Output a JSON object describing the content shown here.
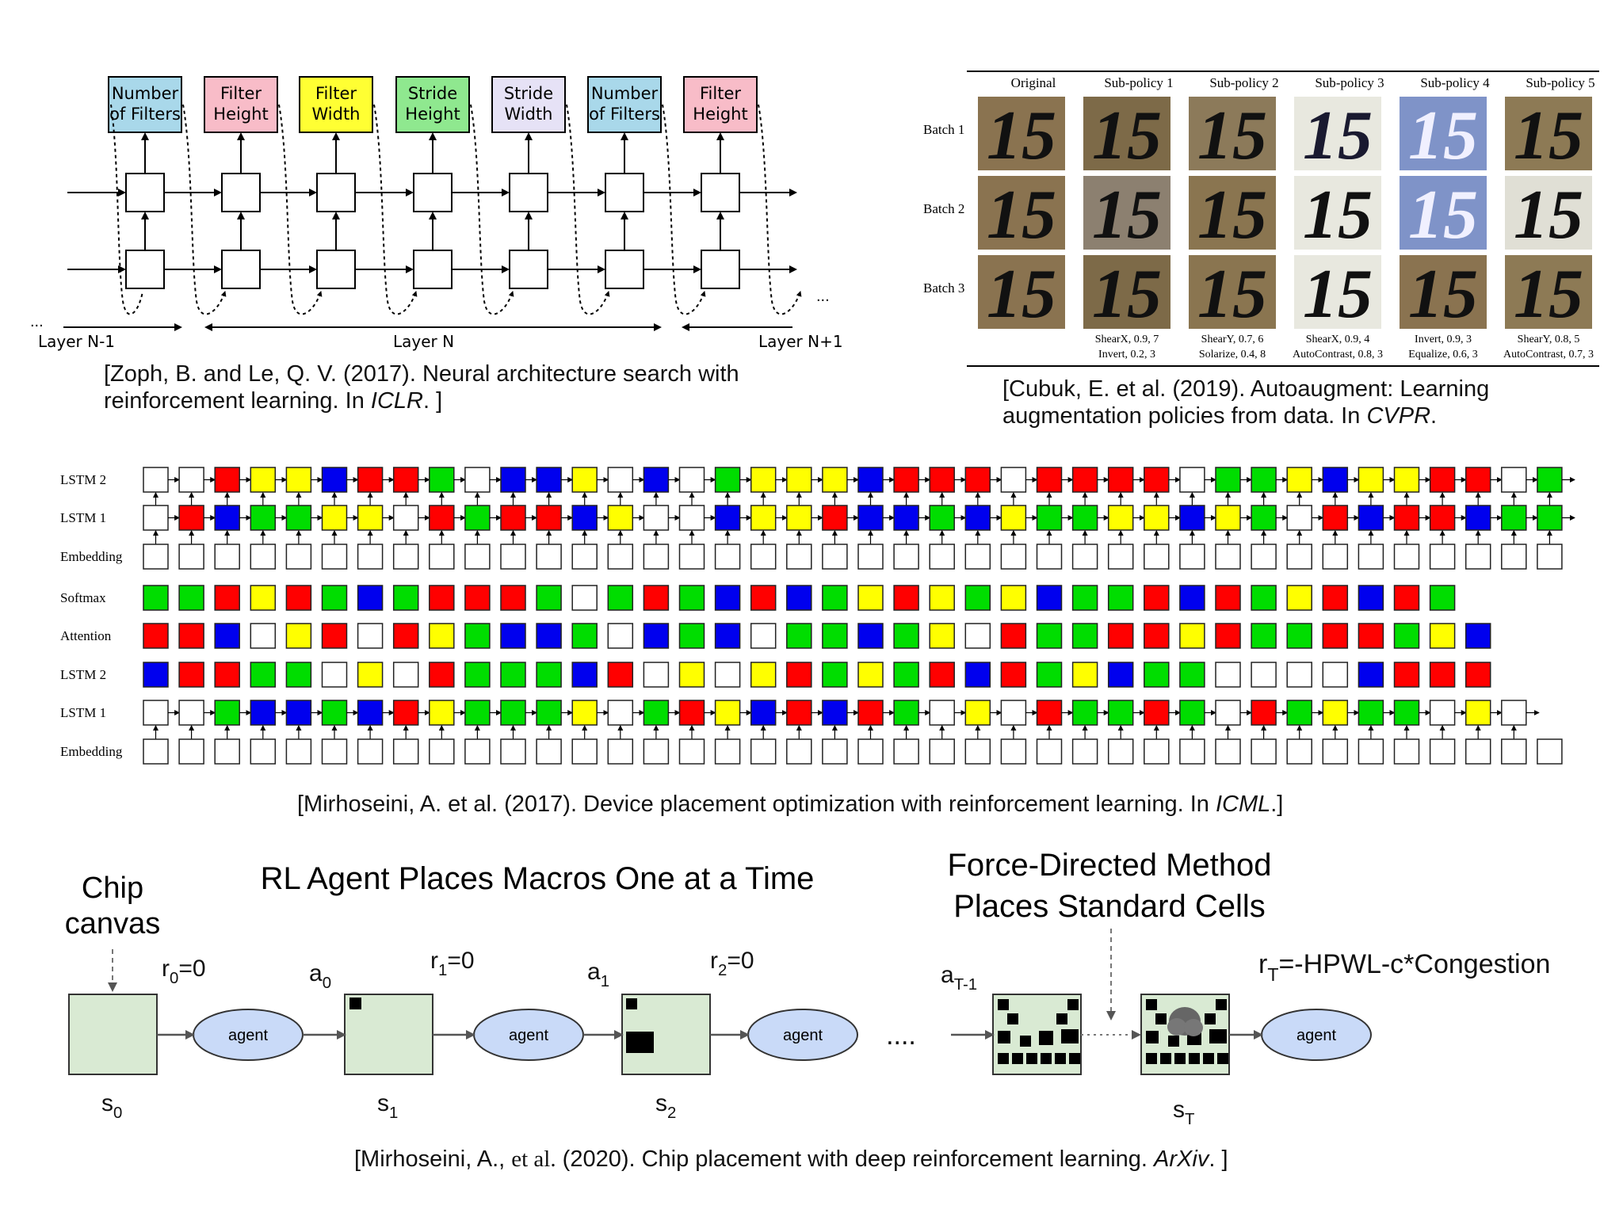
{
  "nas": {
    "boxes": [
      {
        "label": [
          "Number",
          "of Filters"
        ],
        "color": "#a9d8ea"
      },
      {
        "label": [
          "Filter",
          "Height"
        ],
        "color": "#f8bcc8"
      },
      {
        "label": [
          "Filter",
          "Width"
        ],
        "color": "#ffff33"
      },
      {
        "label": [
          "Stride",
          "Height"
        ],
        "color": "#8fe88f"
      },
      {
        "label": [
          "Stride",
          "Width"
        ],
        "color": "#e6e2f6"
      },
      {
        "label": [
          "Number",
          "of Filters"
        ],
        "color": "#a9d8ea"
      },
      {
        "label": [
          "Filter",
          "Height"
        ],
        "color": "#f8bcc8"
      }
    ],
    "layer_prev": "Layer N-1",
    "layer_curr": "Layer N",
    "layer_next": "Layer N+1",
    "dots": "...",
    "citation": {
      "line1": "[Zoph, B. and Le, Q. V. (2017). Neural architecture search with",
      "line2_pre": "reinforcement learning. In ",
      "line2_ital": "ICLR",
      "line2_post": ". ]"
    }
  },
  "autoaugment": {
    "columns": [
      "Original",
      "Sub-policy 1",
      "Sub-policy 2",
      "Sub-policy 3",
      "Sub-policy 4",
      "Sub-policy 5"
    ],
    "rows": [
      "Batch 1",
      "Batch 2",
      "Batch 3"
    ],
    "digit": "15",
    "captions": [
      [
        "",
        ""
      ],
      [
        "ShearX, 0.9, 7",
        "Invert, 0.2, 3"
      ],
      [
        "ShearY, 0.7, 6",
        "Solarize, 0.4, 8"
      ],
      [
        "ShearX, 0.9, 4",
        "AutoContrast, 0.8, 3"
      ],
      [
        "Invert, 0.9, 3",
        "Equalize, 0.6, 3"
      ],
      [
        "ShearY, 0.8, 5",
        "AutoContrast, 0.7, 3"
      ]
    ],
    "citation": {
      "line1": "[Cubuk, E.  et al. (2019). Autoaugment: Learning",
      "line2_pre": "augmentation policies from data. In ",
      "line2_ital": "CVPR",
      "line2_post": "."
    }
  },
  "device": {
    "row_labels": [
      "LSTM 2",
      "LSTM 1",
      "Embedding",
      "Softmax",
      "Attention",
      "LSTM 2",
      "LSTM 1",
      "Embedding"
    ],
    "palette": {
      "W": "#ffffff",
      "R": "#ff0000",
      "G": "#00dd00",
      "B": "#0000ee",
      "Y": "#ffff00"
    },
    "rows": [
      "WWRYYBRRGWBBYWBWGYYYBRRRWRRRRWGGYBYYRRWG",
      "WRBGGYYWRGRRBYWWBYYRBBGBYGGYYBYGWRBRRBGG",
      "WWWWWWWWWWWWWWWWWWWWWWWWWWWWWWWWWWWWWWWW",
      "GGRYRGBGRRRGWGRGBRBGYRYGYBGGRBRGYRBRG",
      "RRBWYRWRYGBBGWBGBWGGBGYWRGGRRYRGGRRGYB",
      "BRRGGWYWRGGGBRWYWYRGYGRBRGYBGGWWWWBRRR",
      "WWGBBGBRYGGGYWGRYBRBRGWYWRGGRGWRGYGGWYW",
      "WWWWWWWWWWWWWWWWWWWWWWWWWWWWWWWWWWWWWWWW"
    ],
    "citation": {
      "pre": "[Mirhoseini, A. et al. (2017). Device placement optimization with reinforcement learning. In ",
      "ital": "ICML",
      "post": ".]"
    }
  },
  "chip": {
    "title_chip": [
      "Chip",
      "canvas"
    ],
    "title_rl": "RL Agent Places Macros One at a Time",
    "title_force": [
      "Force-Directed Method",
      "Places Standard Cells"
    ],
    "rewards": [
      {
        "base": "r",
        "sub": "0",
        "post": "=0"
      },
      {
        "base": "r",
        "sub": "1",
        "post": "=0"
      },
      {
        "base": "r",
        "sub": "2",
        "post": "=0"
      },
      {
        "base": "r",
        "sub": "T",
        "post": "=-HPWL-c*Congestion"
      }
    ],
    "actions": [
      {
        "base": "a",
        "sub": "0"
      },
      {
        "base": "a",
        "sub": "1"
      },
      {
        "base": "a",
        "sub": "T-1"
      }
    ],
    "states": [
      {
        "base": "s",
        "sub": "0"
      },
      {
        "base": "s",
        "sub": "1"
      },
      {
        "base": "s",
        "sub": "2"
      },
      {
        "base": "s",
        "sub": "T"
      }
    ],
    "agent_label": "agent",
    "ellipsis": "....",
    "canvas_color": "#d9ead3",
    "agent_color": "#c9daf8",
    "citation": {
      "pre": "[Mirhoseini, A., ",
      "serif": "et al.",
      "mid": " (2020). Chip placement with deep reinforcement learning. ",
      "ital": "ArXiv",
      "post": ". ]"
    }
  }
}
